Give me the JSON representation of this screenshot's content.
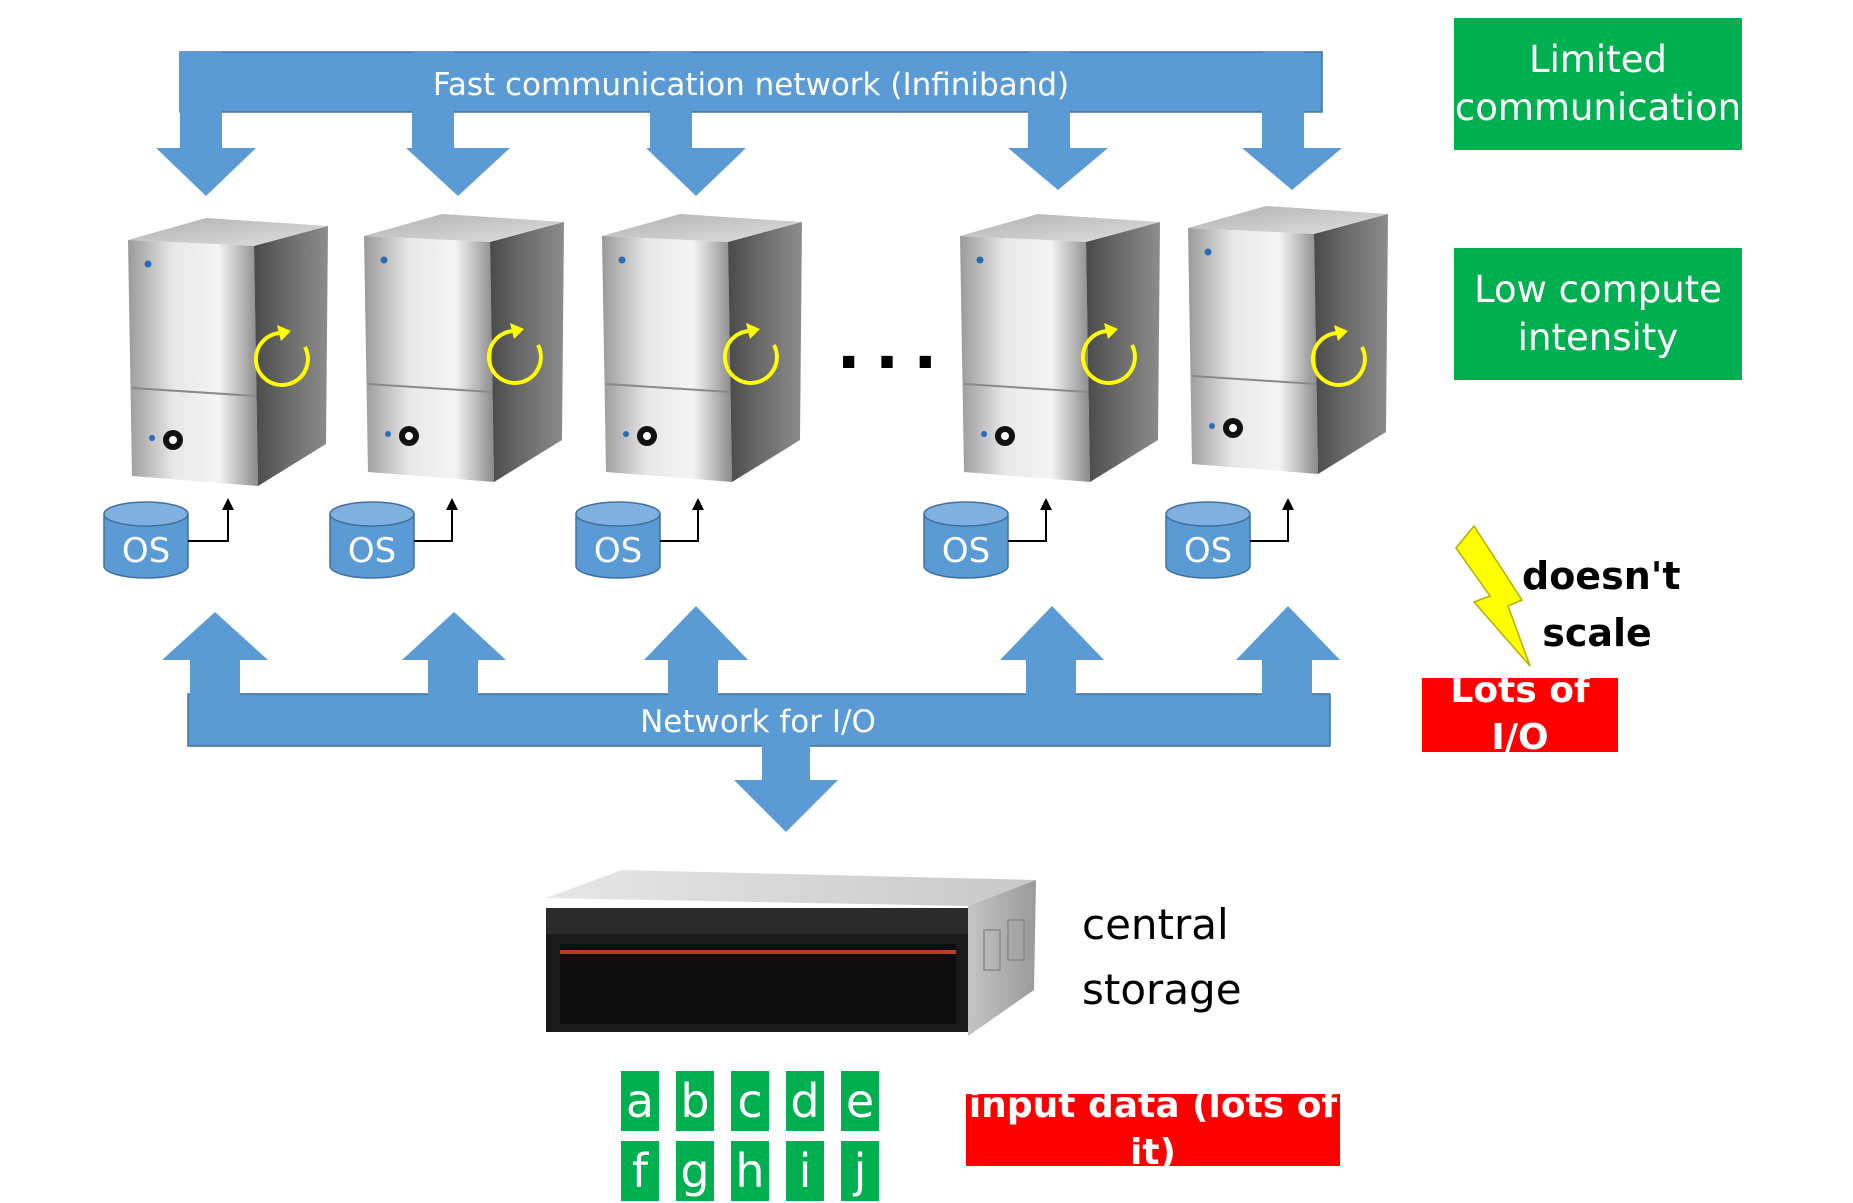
{
  "networks": {
    "fast_label": "Fast communication network (Infiniband)",
    "io_label": "Network for I/O"
  },
  "nodes": [
    {
      "os_label": "OS"
    },
    {
      "os_label": "OS"
    },
    {
      "os_label": "OS"
    },
    {
      "os_label": "OS"
    },
    {
      "os_label": "OS"
    }
  ],
  "ellipsis": "...",
  "callouts": {
    "limited_communication": "Limited communication",
    "low_compute_intensity": "Low compute intensity",
    "doesnt_scale": "doesn't scale",
    "lots_of_io": "Lots of I/O",
    "input_data": "input data (lots of it)"
  },
  "storage": {
    "label": "central storage"
  },
  "data_blocks": [
    "a",
    "b",
    "c",
    "d",
    "e",
    "f",
    "g",
    "h",
    "i",
    "j"
  ],
  "colors": {
    "network": "#5b9bd5",
    "green": "#00b050",
    "red": "#ff0000",
    "lightning": "#ffff00",
    "refresh": "#ffff00"
  },
  "icons": {
    "node": "server-tower-icon",
    "disk": "disk-cylinder-icon",
    "storage": "storage-array-icon",
    "process": "refresh-icon",
    "bolt": "lightning-icon"
  }
}
